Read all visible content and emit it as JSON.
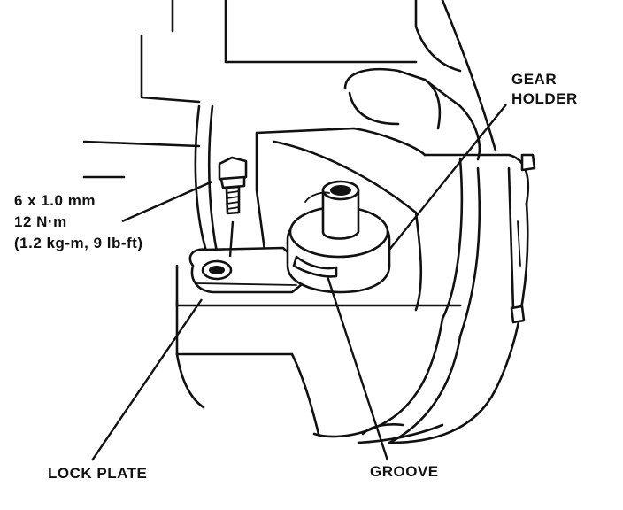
{
  "labels": {
    "gear_holder_line1": "GEAR",
    "gear_holder_line2": "HOLDER",
    "bolt_spec_line1": "6 x 1.0 mm",
    "bolt_spec_line2": "12 N·m",
    "bolt_spec_line3": "(1.2 kg-m, 9 lb-ft)",
    "lock_plate": "LOCK PLATE",
    "groove": "GROOVE"
  },
  "colors": {
    "ink": "#111111",
    "paper": "#ffffff"
  }
}
